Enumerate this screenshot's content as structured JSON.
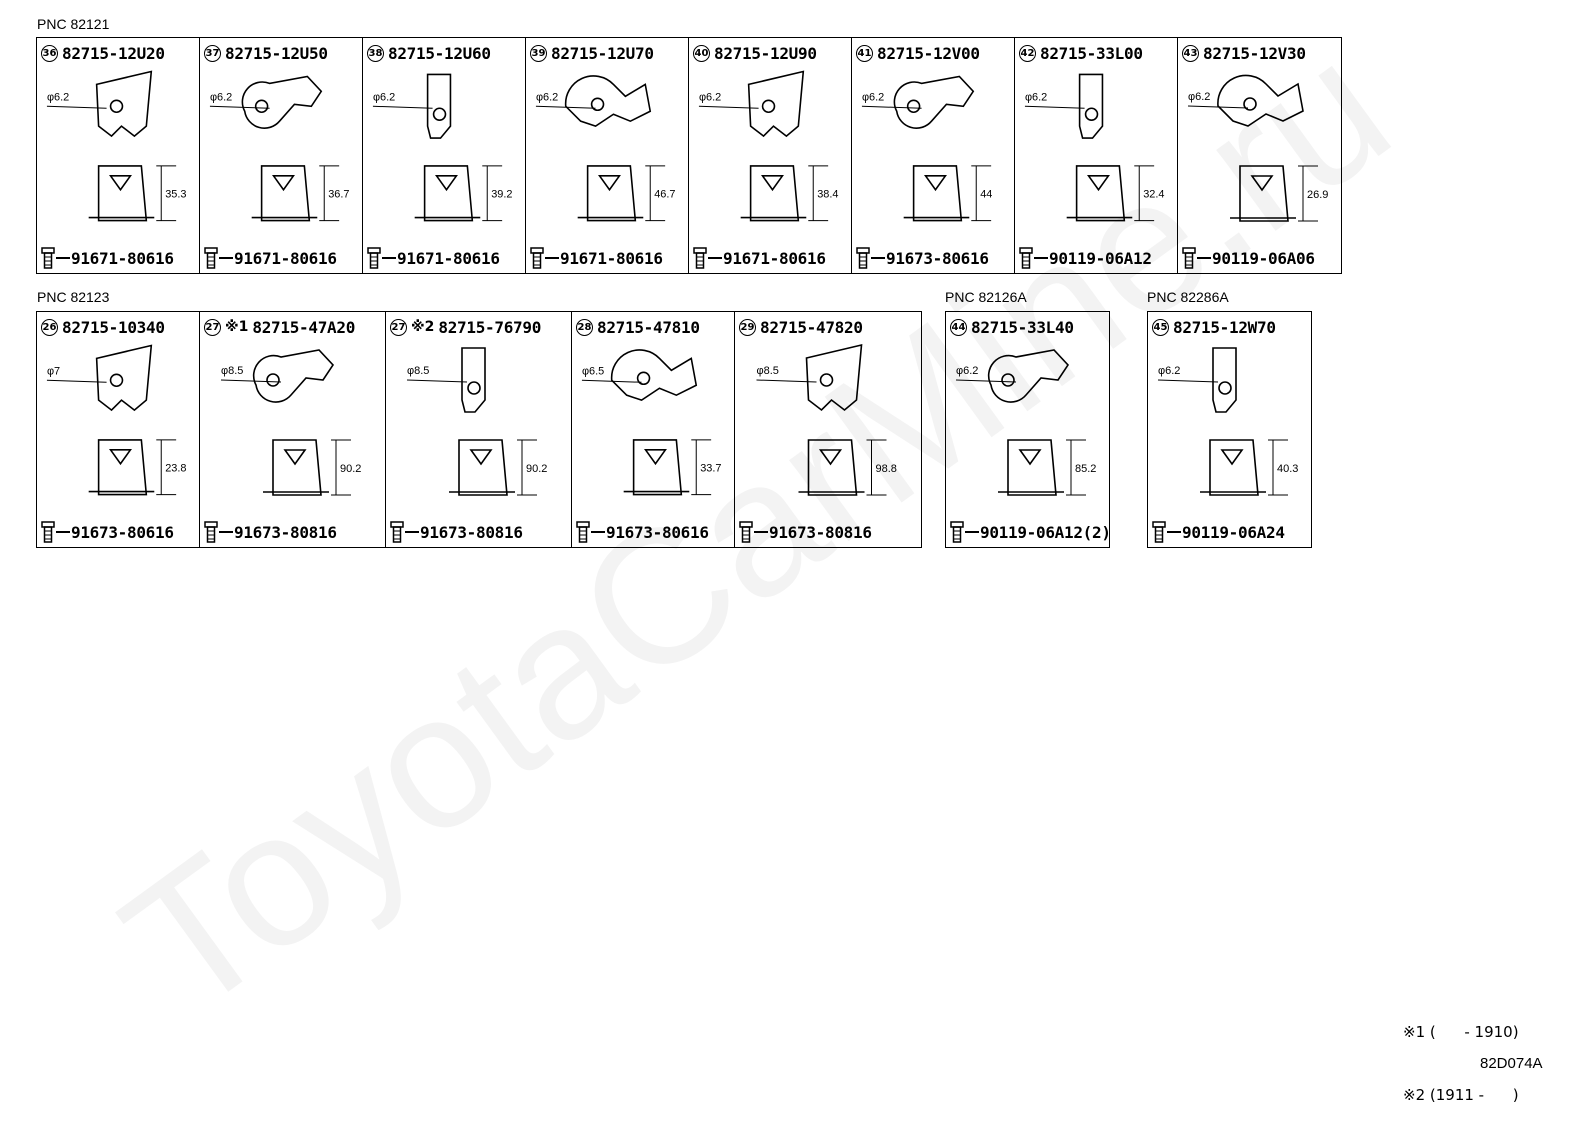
{
  "watermark": "ToyotaCarMine.ru",
  "groups": [
    {
      "pnc": "PNC 82121",
      "cells": [
        {
          "ref": "36",
          "note": "",
          "part": "82715-12U20",
          "bolt": "91671-80616",
          "dia": "φ6.2",
          "dim": "35.3"
        },
        {
          "ref": "37",
          "note": "",
          "part": "82715-12U50",
          "bolt": "91671-80616",
          "dia": "φ6.2",
          "dim": "36.7"
        },
        {
          "ref": "38",
          "note": "",
          "part": "82715-12U60",
          "bolt": "91671-80616",
          "dia": "φ6.2",
          "dim": "39.2"
        },
        {
          "ref": "39",
          "note": "",
          "part": "82715-12U70",
          "bolt": "91671-80616",
          "dia": "φ6.2",
          "dim": "46.7"
        },
        {
          "ref": "40",
          "note": "",
          "part": "82715-12U90",
          "bolt": "91671-80616",
          "dia": "φ6.2",
          "dim": "38.4"
        },
        {
          "ref": "41",
          "note": "",
          "part": "82715-12V00",
          "bolt": "91673-80616",
          "dia": "φ6.2",
          "dim": "44"
        },
        {
          "ref": "42",
          "note": "",
          "part": "82715-33L00",
          "bolt": "90119-06A12",
          "dia": "φ6.2",
          "dim": "32.4"
        },
        {
          "ref": "43",
          "note": "",
          "part": "82715-12V30",
          "bolt": "90119-06A06",
          "dia": "φ6.2",
          "dim": "26.9"
        }
      ]
    },
    {
      "pnc": "PNC 82123",
      "cells": [
        {
          "ref": "26",
          "note": "",
          "part": "82715-10340",
          "bolt": "91673-80616",
          "dia": "φ7",
          "dim": "23.8"
        },
        {
          "ref": "27",
          "note": "※1",
          "part": "82715-47A20",
          "bolt": "91673-80816",
          "dia": "φ8.5",
          "dim": "90.2"
        },
        {
          "ref": "27",
          "note": "※2",
          "part": "82715-76790",
          "bolt": "91673-80816",
          "dia": "φ8.5",
          "dim": "90.2"
        },
        {
          "ref": "28",
          "note": "",
          "part": "82715-47810",
          "bolt": "91673-80616",
          "dia": "φ6.5",
          "dim": "33.7"
        },
        {
          "ref": "29",
          "note": "",
          "part": "82715-47820",
          "bolt": "91673-80816",
          "dia": "φ8.5",
          "dim": "98.8"
        }
      ]
    },
    {
      "pnc": "PNC 82126A",
      "cells": [
        {
          "ref": "44",
          "note": "",
          "part": "82715-33L40",
          "bolt": "90119-06A12(2)",
          "dia": "φ6.2",
          "dim": "85.2"
        }
      ]
    },
    {
      "pnc": "PNC 82286A",
      "cells": [
        {
          "ref": "45",
          "note": "",
          "part": "82715-12W70",
          "bolt": "90119-06A24",
          "dia": "φ6.2",
          "dim": "40.3"
        }
      ]
    }
  ],
  "footnotes": {
    "note1": "※1 (      - 1910)",
    "note2": "※2 (1911 -      )"
  },
  "diagram_code": "82D074A"
}
